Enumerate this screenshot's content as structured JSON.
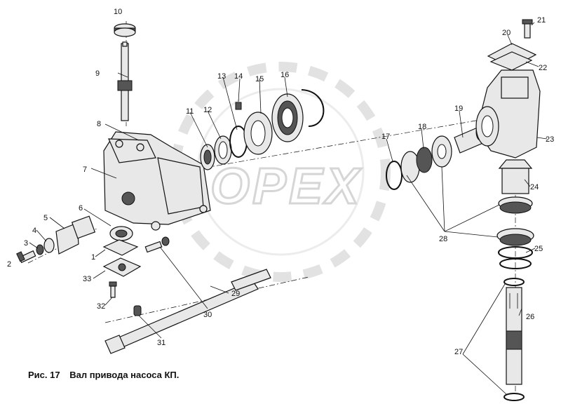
{
  "watermark": "OPEX",
  "caption": {
    "figure": "Рис. 17",
    "title": "Вал привода насоса КП."
  },
  "callouts": [
    {
      "id": "c1",
      "text": "1"
    },
    {
      "id": "c2",
      "text": "2"
    },
    {
      "id": "c3",
      "text": "3"
    },
    {
      "id": "c4",
      "text": "4"
    },
    {
      "id": "c5",
      "text": "5"
    },
    {
      "id": "c6",
      "text": "6"
    },
    {
      "id": "c7",
      "text": "7"
    },
    {
      "id": "c8",
      "text": "8"
    },
    {
      "id": "c9",
      "text": "9"
    },
    {
      "id": "c10",
      "text": "10"
    },
    {
      "id": "c11",
      "text": "11"
    },
    {
      "id": "c12",
      "text": "12"
    },
    {
      "id": "c13",
      "text": "13"
    },
    {
      "id": "c14",
      "text": "14"
    },
    {
      "id": "c15",
      "text": "15"
    },
    {
      "id": "c16",
      "text": "16"
    },
    {
      "id": "c17",
      "text": "17"
    },
    {
      "id": "c18",
      "text": "18"
    },
    {
      "id": "c19",
      "text": "19"
    },
    {
      "id": "c20",
      "text": "20"
    },
    {
      "id": "c21",
      "text": "21"
    },
    {
      "id": "c22",
      "text": "22"
    },
    {
      "id": "c23",
      "text": "23"
    },
    {
      "id": "c24",
      "text": "24"
    },
    {
      "id": "c25",
      "text": "25"
    },
    {
      "id": "c26",
      "text": "26"
    },
    {
      "id": "c27",
      "text": "27"
    },
    {
      "id": "c28",
      "text": "28"
    },
    {
      "id": "c29",
      "text": "29"
    },
    {
      "id": "c30",
      "text": "30"
    },
    {
      "id": "c31",
      "text": "31"
    },
    {
      "id": "c32",
      "text": "32"
    },
    {
      "id": "c33",
      "text": "33"
    }
  ]
}
